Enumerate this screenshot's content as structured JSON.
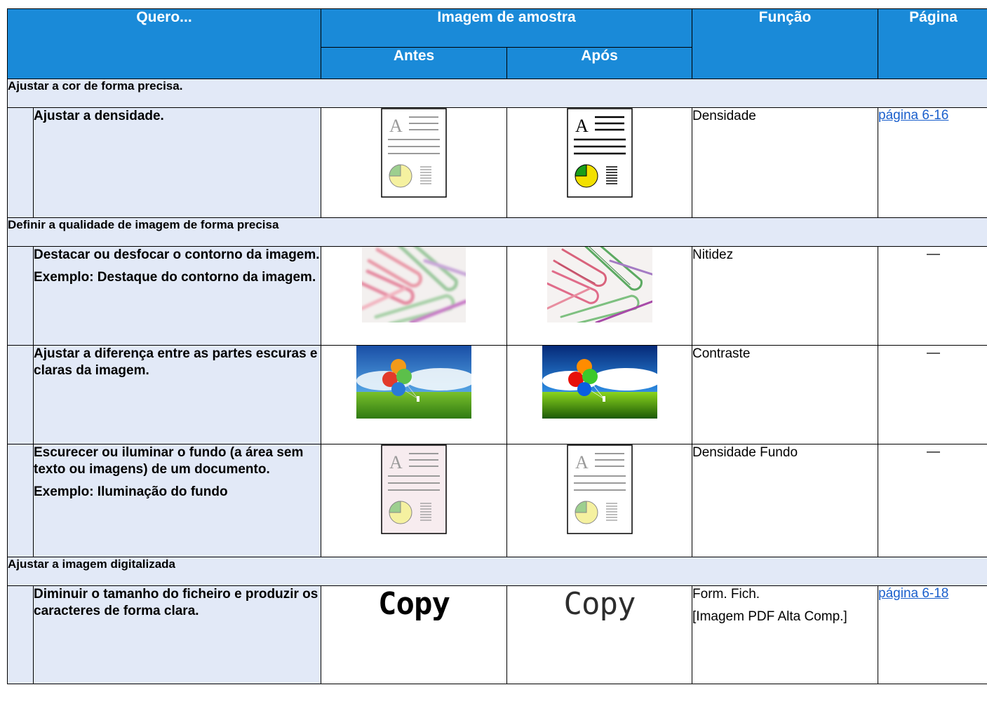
{
  "header": {
    "want": "Quero...",
    "sample": "Imagem de amostra",
    "before": "Antes",
    "after": "Após",
    "function": "Função",
    "page": "Página"
  },
  "sections": [
    {
      "title": "Ajustar a cor de forma precisa.",
      "rows": [
        {
          "want": [
            "Ajustar a densidade."
          ],
          "function": [
            "Densidade"
          ],
          "page": "página 6-16"
        }
      ]
    },
    {
      "title": "Definir a qualidade de imagem de forma precisa",
      "rows": [
        {
          "want": [
            "Destacar ou desfocar o contorno da imagem.",
            "Exemplo: Destaque do contorno da imagem."
          ],
          "function": [
            "Nitidez"
          ],
          "page": "—"
        },
        {
          "want": [
            "Ajustar a diferença entre as partes escuras e claras da imagem."
          ],
          "function": [
            "Contraste"
          ],
          "page": "—"
        },
        {
          "want": [
            "Escurecer ou iluminar o fundo (a área sem texto ou imagens) de um documento.",
            "Exemplo: Iluminação do fundo"
          ],
          "function": [
            "Densidade Fundo"
          ],
          "page": "—"
        }
      ]
    },
    {
      "title": "Ajustar a imagem digitalizada",
      "rows": [
        {
          "want": [
            "Diminuir o tamanho do ficheiro e produzir os caracteres de forma clara."
          ],
          "function": [
            "Form. Fich.",
            "[Imagem PDF Alta Comp.]"
          ],
          "page": "página 6-18",
          "sample_before_text": "Copy",
          "sample_after_text": "Copy"
        }
      ]
    }
  ],
  "icons": {
    "doc_sample": "document-sample-icon",
    "paperclips": "paperclips-photo",
    "balloons": "balloons-photo"
  },
  "colors": {
    "header_bg": "#1a8ad8",
    "row_bg": "#e2e9f7",
    "link": "#1a5fcc"
  }
}
